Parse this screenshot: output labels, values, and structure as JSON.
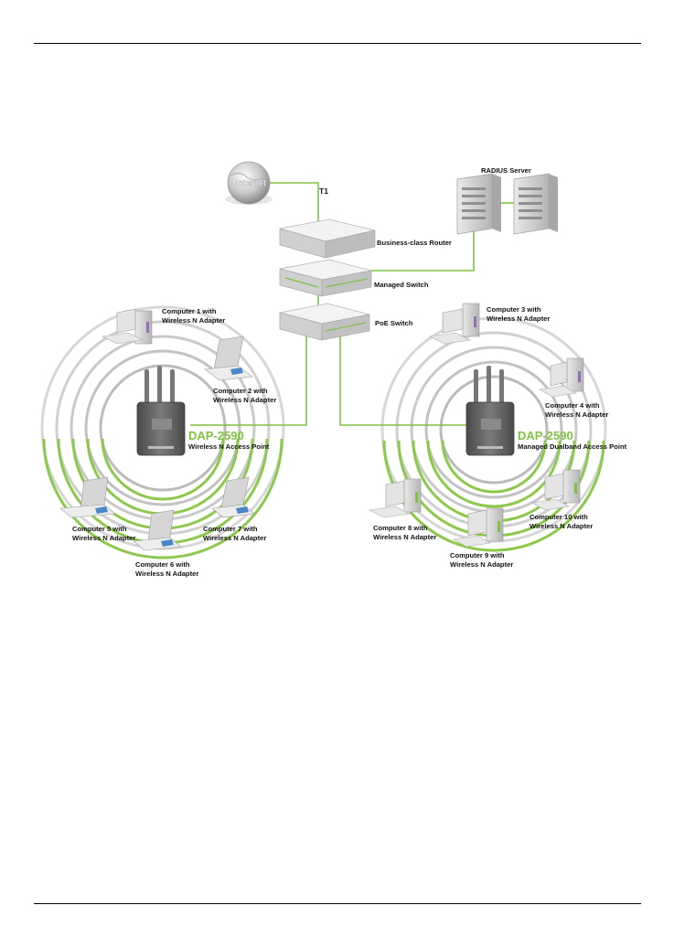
{
  "internet_label": "Internet",
  "t1_label": "T1",
  "radius_server_label": "RADIUS Server",
  "router_label": "Business-class Router",
  "managed_switch_label": "Managed Switch",
  "poe_switch_label": "PoE Switch",
  "ap_left": {
    "model": "DAP-2590",
    "desc": "Wireless N Access Point"
  },
  "ap_right": {
    "model": "DAP-2590",
    "desc": "Managed Dualband Access Point"
  },
  "computers": [
    {
      "line1": "Computer 1 with",
      "line2": "Wireless N Adapter"
    },
    {
      "line1": "Computer 2 with",
      "line2": "Wireless N Adapter"
    },
    {
      "line1": "Computer 3 with",
      "line2": "Wireless N Adapter"
    },
    {
      "line1": "Computer 4 with",
      "line2": "Wireless N Adapter"
    },
    {
      "line1": "Computer 5 with",
      "line2": "Wireless N Adapter"
    },
    {
      "line1": "Computer 6 with",
      "line2": "Wireless N Adapter"
    },
    {
      "line1": "Computer 7 with",
      "line2": "Wireless N Adapter"
    },
    {
      "line1": "Computer 8 with",
      "line2": "Wireless N Adapter"
    },
    {
      "line1": "Computer 9 with",
      "line2": "Wireless N Adapter"
    },
    {
      "line1": "Computer 10 with",
      "line2": "Wireless N Adapter"
    }
  ],
  "colors": {
    "link": "#7fc241",
    "device": "#d9d9d9",
    "ap_body": "#5a5a5a",
    "ring_gray": "#bdbdbd"
  }
}
